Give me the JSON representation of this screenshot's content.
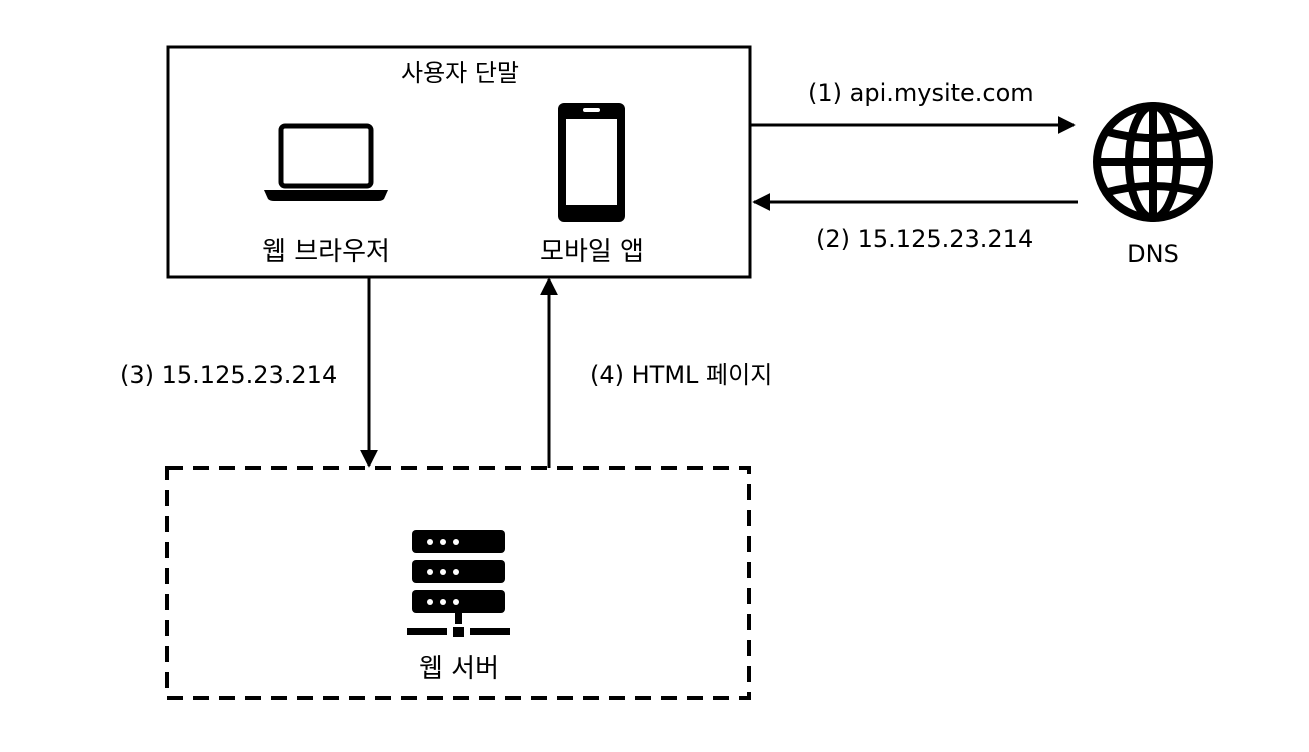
{
  "user_device": {
    "title": "사용자 단말",
    "browser_label": "웹 브라우저",
    "mobile_label": "모바일 앱"
  },
  "dns": {
    "label": "DNS"
  },
  "web_server": {
    "label": "웹 서버"
  },
  "steps": {
    "step1": "(1)  api.mysite.com",
    "step2": "(2)  15.125.23.214",
    "step3": "(3)  15.125.23.214",
    "step4": "(4)  HTML 페이지"
  },
  "icons": {
    "laptop": "laptop-icon",
    "phone": "smartphone-icon",
    "globe": "globe-icon",
    "server": "server-rack-icon"
  }
}
